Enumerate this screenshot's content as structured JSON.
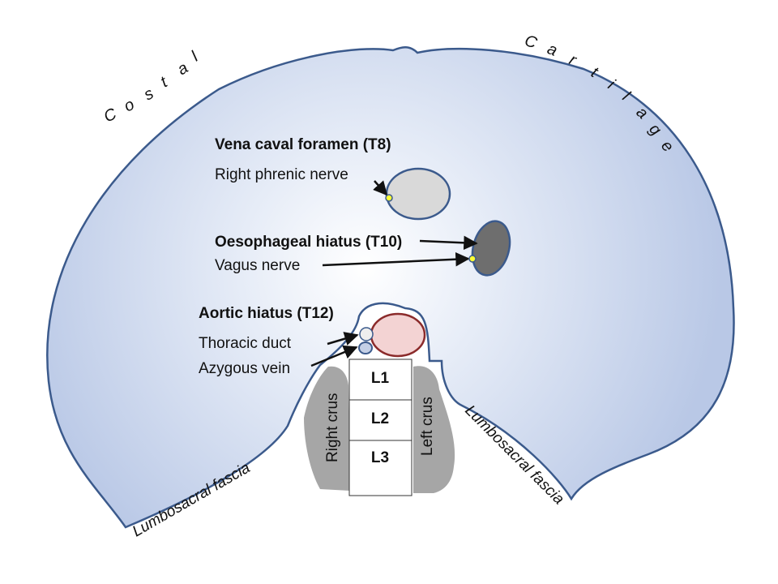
{
  "labels": {
    "costal_letters": [
      "C",
      "o",
      "s",
      "t",
      "a",
      "l"
    ],
    "cartilage_letters": [
      "C",
      "a",
      "r",
      "t",
      "i",
      "l",
      "a",
      "g",
      "e"
    ],
    "vena_caval_foramen": "Vena caval foramen (T8)",
    "right_phrenic_nerve": "Right phrenic nerve",
    "oesophageal_hiatus": "Oesophageal hiatus (T10)",
    "vagus_nerve": "Vagus nerve",
    "aortic_hiatus": "Aortic hiatus (T12)",
    "thoracic_duct": "Thoracic duct",
    "azygous_vein": "Azygous vein",
    "right_crus": "Right crus",
    "left_crus": "Left crus",
    "lumbosacral_fascia_left": "Lumbosacral fascia",
    "lumbosacral_fascia_right": "Lumbosacral fascia"
  },
  "vertebrae": [
    "L1",
    "L2",
    "L3"
  ],
  "colors": {
    "diaphragm_outline": "#3b5a8c",
    "diaphragm_center": "#ffffff",
    "diaphragm_edge": "#b9c8e6",
    "vena_cava_fill": "#d9d9d9",
    "oesophagus_fill": "#6e6e6e",
    "aorta_fill": "#f3d3d3",
    "aorta_outline": "#8b2b2b",
    "nerve_dot": "#ffff33",
    "crus_fill": "#a6a6a6"
  }
}
